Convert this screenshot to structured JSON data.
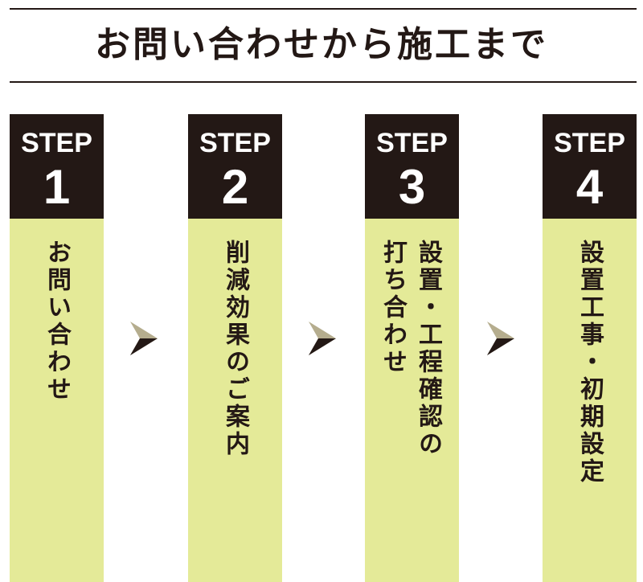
{
  "title": "お問い合わせから施工まで",
  "steps": [
    {
      "label": "STEP",
      "number": "1",
      "lines": [
        "お問い合わせ"
      ]
    },
    {
      "label": "STEP",
      "number": "2",
      "lines": [
        "削減効果のご案内"
      ]
    },
    {
      "label": "STEP",
      "number": "3",
      "lines": [
        "設置・工程確認の",
        "打ち合わせ"
      ]
    },
    {
      "label": "STEP",
      "number": "4",
      "lines": [
        "設置工事・初期設定"
      ]
    }
  ],
  "colors": {
    "dark": "#231815",
    "body": "#e4ea98",
    "arrow": "#b5ad8e"
  },
  "icons": {
    "arrow": "chevron-right-icon"
  }
}
